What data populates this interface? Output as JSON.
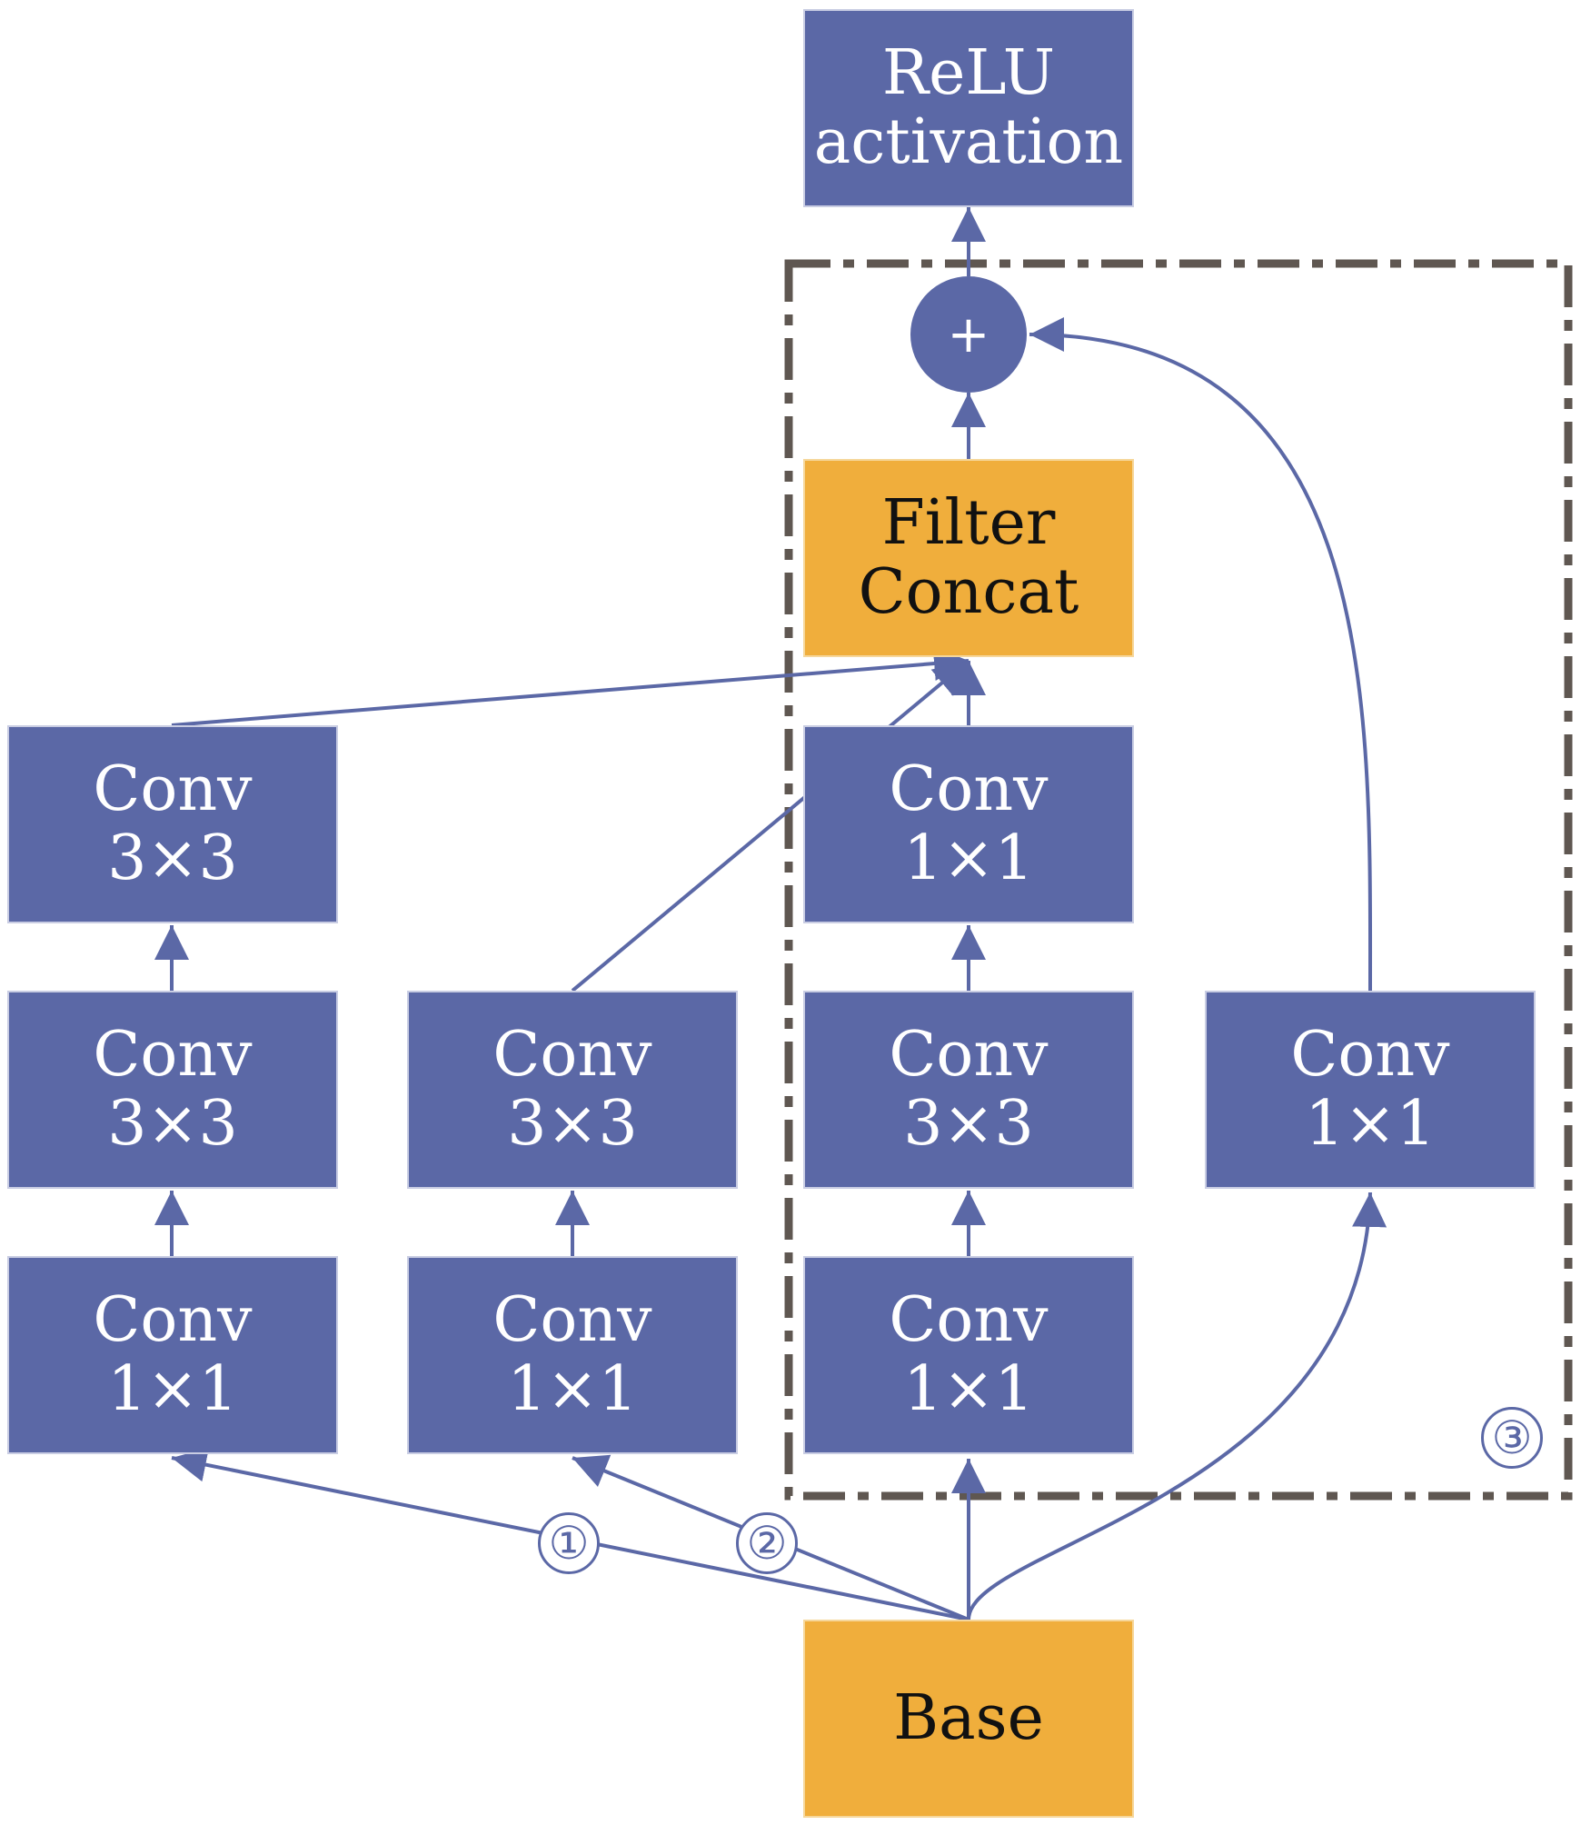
{
  "colors": {
    "conv_fill": "#5b68a6",
    "concat_fill": "#f0ae3c",
    "edge": "#5b68a6",
    "dashed_border": "#5f5751"
  },
  "nodes": {
    "relu": {
      "line1": "ReLU",
      "line2": "activation"
    },
    "add": {
      "symbol": "+"
    },
    "filter_concat": {
      "line1": "Filter",
      "line2": "Concat"
    },
    "branch1_conv3x3_top": {
      "line1": "Conv",
      "line2": "3×3"
    },
    "branch1_conv3x3_mid": {
      "line1": "Conv",
      "line2": "3×3"
    },
    "branch1_conv1x1": {
      "line1": "Conv",
      "line2": "1×1"
    },
    "branch2_conv3x3": {
      "line1": "Conv",
      "line2": "3×3"
    },
    "branch2_conv1x1": {
      "line1": "Conv",
      "line2": "1×1"
    },
    "branch3_conv1x1_top": {
      "line1": "Conv",
      "line2": "1×1"
    },
    "branch3_conv3x3": {
      "line1": "Conv",
      "line2": "3×3"
    },
    "branch3_conv1x1_bottom": {
      "line1": "Conv",
      "line2": "1×1"
    },
    "shortcut_conv1x1": {
      "line1": "Conv",
      "line2": "1×1"
    },
    "base": {
      "line1": "Base"
    }
  },
  "markers": {
    "m1": "①",
    "m2": "②",
    "m3": "③"
  }
}
